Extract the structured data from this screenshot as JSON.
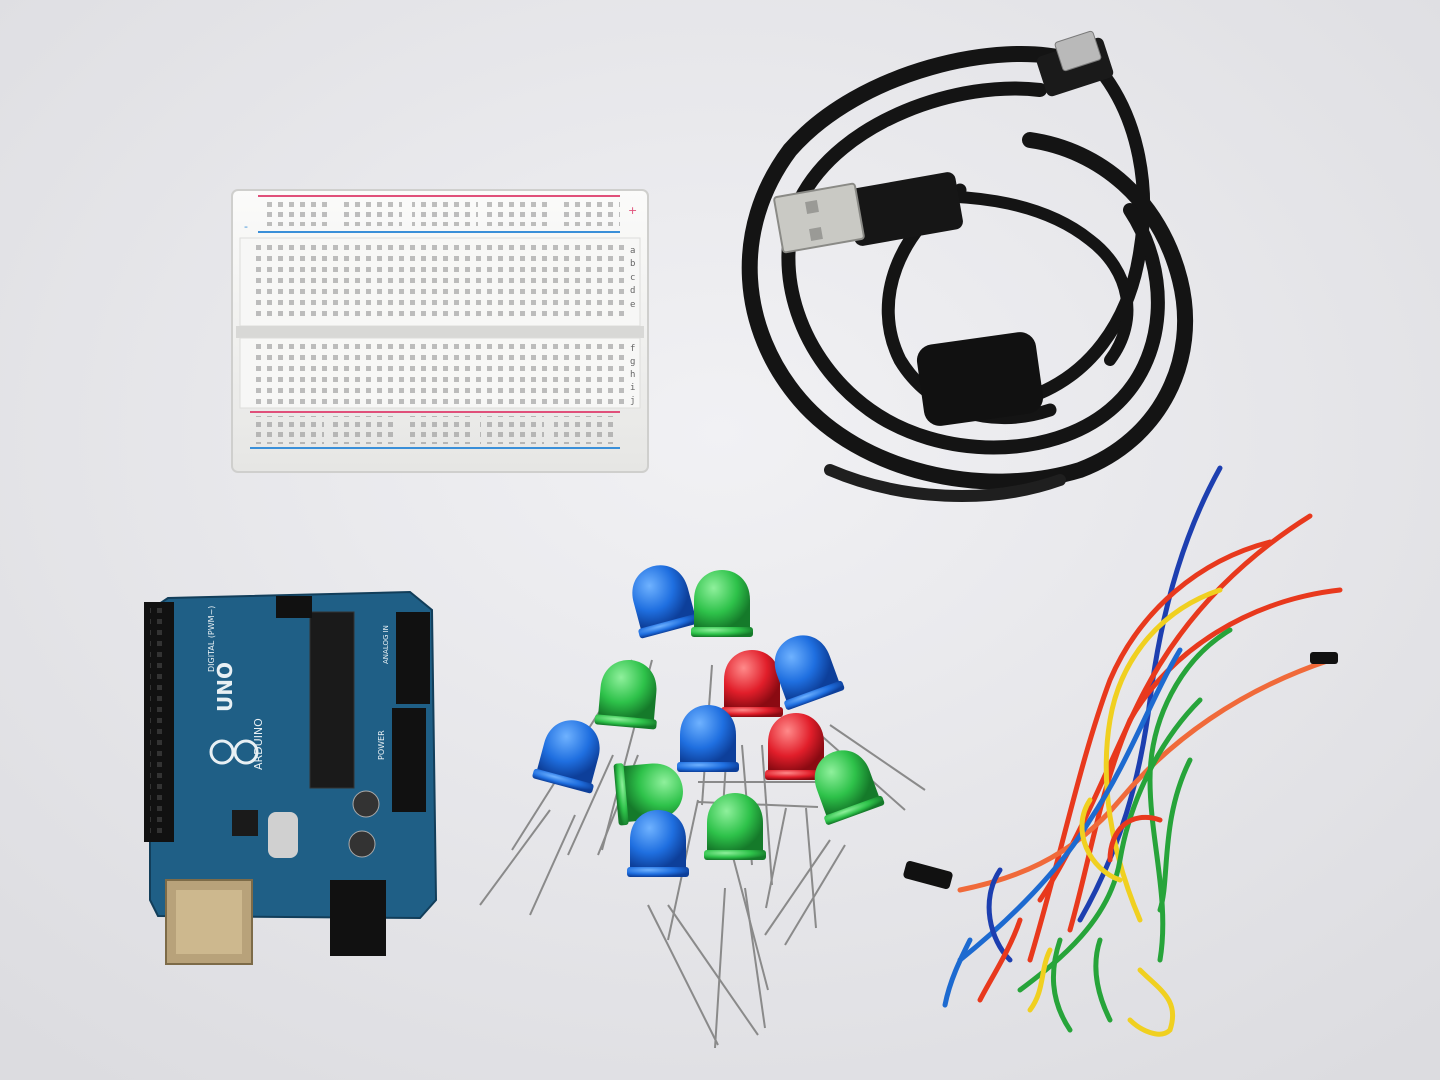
{
  "breadboard": {
    "row_letters_top": [
      "a",
      "b",
      "c",
      "d",
      "e"
    ],
    "row_letters_bottom": [
      "f",
      "g",
      "h",
      "i",
      "j"
    ],
    "rail_plus": "+",
    "rail_minus": "-"
  },
  "arduino": {
    "brand": "ARDUINO",
    "model": "UNO",
    "digital_label": "DIGITAL (PWM~)",
    "power_label": "POWER",
    "analog_label": "ANALOG IN"
  },
  "leds": [
    {
      "color": "blue"
    },
    {
      "color": "green"
    },
    {
      "color": "green"
    },
    {
      "color": "red"
    },
    {
      "color": "blue"
    },
    {
      "color": "blue"
    },
    {
      "color": "blue"
    },
    {
      "color": "red"
    },
    {
      "color": "green"
    },
    {
      "color": "green"
    },
    {
      "color": "blue"
    },
    {
      "color": "green"
    }
  ],
  "colors": {
    "background": "#e9e9ec",
    "board": "#1f5f86",
    "breadboard": "#f4f4f2",
    "rail_red": "#e0507a",
    "rail_blue": "#3a8fd8",
    "cable": "#141414",
    "led_blue": "#1f6fe0",
    "led_green": "#2ec24a",
    "led_red": "#e11e2a"
  }
}
